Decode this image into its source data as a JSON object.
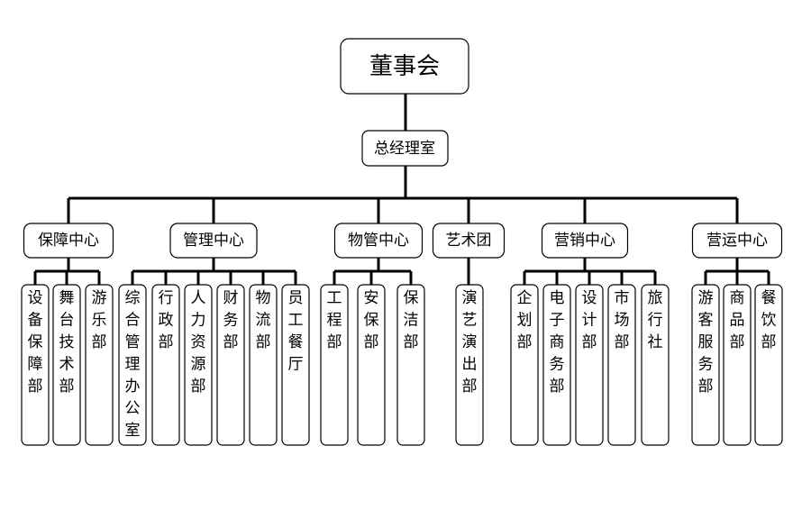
{
  "board": "董事会",
  "gm_office": "总经理室",
  "centers": [
    {
      "name": "保障中心",
      "departments": [
        "设备保障部",
        "舞台技术部",
        "游乐部"
      ]
    },
    {
      "name": "管理中心",
      "departments": [
        "综合管理办公室",
        "行政部",
        "人力资源部",
        "财务部",
        "物流部",
        "员工餐厅"
      ]
    },
    {
      "name": "物管中心",
      "departments": [
        "工程部",
        "安保部",
        "保洁部"
      ]
    },
    {
      "name": "艺术团",
      "departments": [
        "演艺演出部"
      ]
    },
    {
      "name": "营销中心",
      "departments": [
        "企划部",
        "电子商务部",
        "设计部",
        "市场部",
        "旅行社"
      ]
    },
    {
      "name": "营运中心",
      "departments": [
        "游客服务部",
        "商品部",
        "餐饮部"
      ]
    }
  ]
}
